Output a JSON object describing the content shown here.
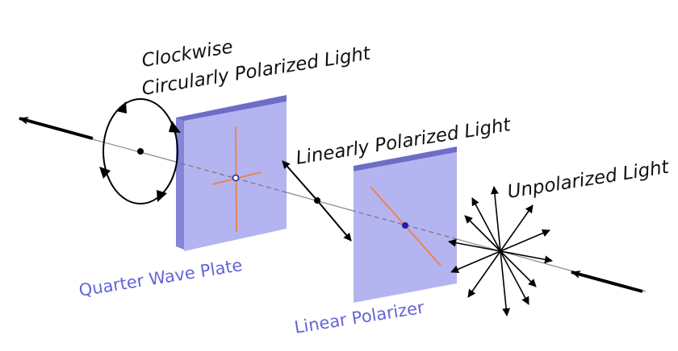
{
  "labels": {
    "circular_line1": "Clockwise",
    "circular_line2": "Circularly Polarized Light",
    "linear": "Linearly Polarized Light",
    "unpolarized": "Unpolarized Light",
    "quarter_wave_plate": "Quarter Wave Plate",
    "linear_polarizer": "Linear Polarizer"
  },
  "colors": {
    "plate_face": "#b4b4f0",
    "plate_top": "#6d6dc8",
    "plate_side": "#8484d8",
    "axis_orange": "#f08040",
    "plate_label": "#6464d8",
    "beam": "#888888",
    "arrow": "#000000"
  },
  "icons": {
    "incoming_arrow": "arrow-left-icon",
    "outgoing_arrow": "arrow-left-icon",
    "circular_path": "circle-arrows-icon",
    "unpolarized_burst": "starburst-arrows-icon"
  }
}
